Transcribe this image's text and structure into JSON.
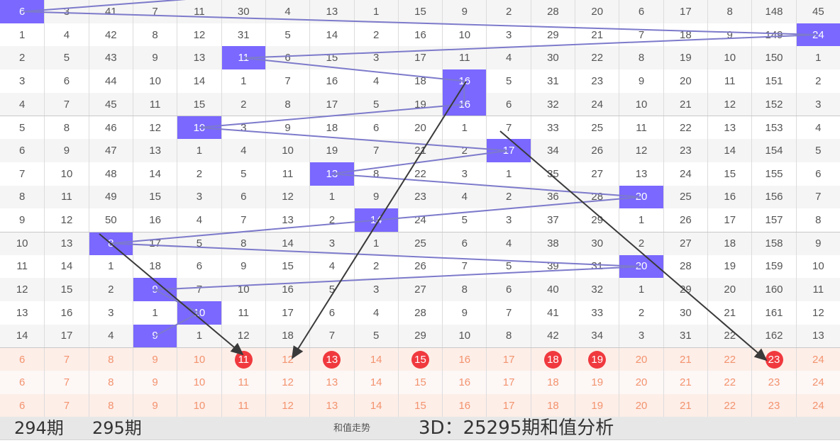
{
  "rows": [
    {
      "values": [
        6,
        3,
        41,
        7,
        11,
        30,
        4,
        13,
        1,
        15,
        9,
        2,
        28,
        20,
        6,
        17,
        8,
        148,
        45
      ],
      "hit": 0
    },
    {
      "values": [
        1,
        4,
        42,
        8,
        12,
        31,
        5,
        14,
        2,
        16,
        10,
        3,
        29,
        21,
        7,
        18,
        9,
        149,
        24
      ],
      "hit": 18
    },
    {
      "values": [
        2,
        5,
        43,
        9,
        13,
        11,
        6,
        15,
        3,
        17,
        11,
        4,
        30,
        22,
        8,
        19,
        10,
        150,
        1
      ],
      "hit": 5
    },
    {
      "values": [
        3,
        6,
        44,
        10,
        14,
        1,
        7,
        16,
        4,
        18,
        16,
        5,
        31,
        23,
        9,
        20,
        11,
        151,
        2
      ],
      "hit": 10
    },
    {
      "values": [
        4,
        7,
        45,
        11,
        15,
        2,
        8,
        17,
        5,
        19,
        16,
        6,
        32,
        24,
        10,
        21,
        12,
        152,
        3
      ],
      "hit": 10
    },
    {
      "values": [
        5,
        8,
        46,
        12,
        10,
        3,
        9,
        18,
        6,
        20,
        1,
        7,
        33,
        25,
        11,
        22,
        13,
        153,
        4
      ],
      "hit": 4
    },
    {
      "values": [
        6,
        9,
        47,
        13,
        1,
        4,
        10,
        19,
        7,
        21,
        2,
        17,
        34,
        26,
        12,
        23,
        14,
        154,
        5
      ],
      "hit": 11
    },
    {
      "values": [
        7,
        10,
        48,
        14,
        2,
        5,
        11,
        13,
        8,
        22,
        3,
        1,
        35,
        27,
        13,
        24,
        15,
        155,
        6
      ],
      "hit": 7
    },
    {
      "values": [
        8,
        11,
        49,
        15,
        3,
        6,
        12,
        1,
        9,
        23,
        4,
        2,
        36,
        28,
        20,
        25,
        16,
        156,
        7
      ],
      "hit": 14
    },
    {
      "values": [
        9,
        12,
        50,
        16,
        4,
        7,
        13,
        2,
        14,
        24,
        5,
        3,
        37,
        29,
        1,
        26,
        17,
        157,
        8
      ],
      "hit": 8
    },
    {
      "values": [
        10,
        13,
        8,
        17,
        5,
        8,
        14,
        3,
        1,
        25,
        6,
        4,
        38,
        30,
        2,
        27,
        18,
        158,
        9
      ],
      "hit": 2
    },
    {
      "values": [
        11,
        14,
        1,
        18,
        6,
        9,
        15,
        4,
        2,
        26,
        7,
        5,
        39,
        31,
        20,
        28,
        19,
        159,
        10
      ],
      "hit": 14
    },
    {
      "values": [
        12,
        15,
        2,
        9,
        7,
        10,
        16,
        5,
        3,
        27,
        8,
        6,
        40,
        32,
        1,
        29,
        20,
        160,
        11
      ],
      "hit": 3
    },
    {
      "values": [
        13,
        16,
        3,
        1,
        10,
        11,
        17,
        6,
        4,
        28,
        9,
        7,
        41,
        33,
        2,
        30,
        21,
        161,
        12
      ],
      "hit": 4
    },
    {
      "values": [
        14,
        17,
        4,
        9,
        1,
        12,
        18,
        7,
        5,
        29,
        10,
        8,
        42,
        34,
        3,
        31,
        22,
        162,
        13
      ],
      "hit": 3
    }
  ],
  "pink_rows": [
    {
      "values": [
        6,
        7,
        8,
        9,
        10,
        11,
        12,
        13,
        14,
        15,
        16,
        17,
        18,
        19,
        20,
        21,
        22,
        23,
        24
      ],
      "balls": [
        11,
        13,
        15,
        18,
        19,
        23
      ]
    },
    {
      "values": [
        6,
        7,
        8,
        9,
        10,
        11,
        12,
        13,
        14,
        15,
        16,
        17,
        18,
        19,
        20,
        21,
        22,
        23,
        24
      ],
      "balls": []
    },
    {
      "values": [
        6,
        7,
        8,
        9,
        10,
        11,
        12,
        13,
        14,
        15,
        16,
        17,
        18,
        19,
        20,
        21,
        22,
        23,
        24
      ],
      "balls": []
    }
  ],
  "annotations": {
    "prev_period": "294期",
    "next_period": "295期",
    "title": "3D：25295期和值分析"
  },
  "footer": {
    "label": "和值走势"
  },
  "colors": {
    "highlight": "#7a68ff",
    "line": "#7d7acb",
    "ball": "#f0393e",
    "arrow": "#3a3a3a"
  }
}
